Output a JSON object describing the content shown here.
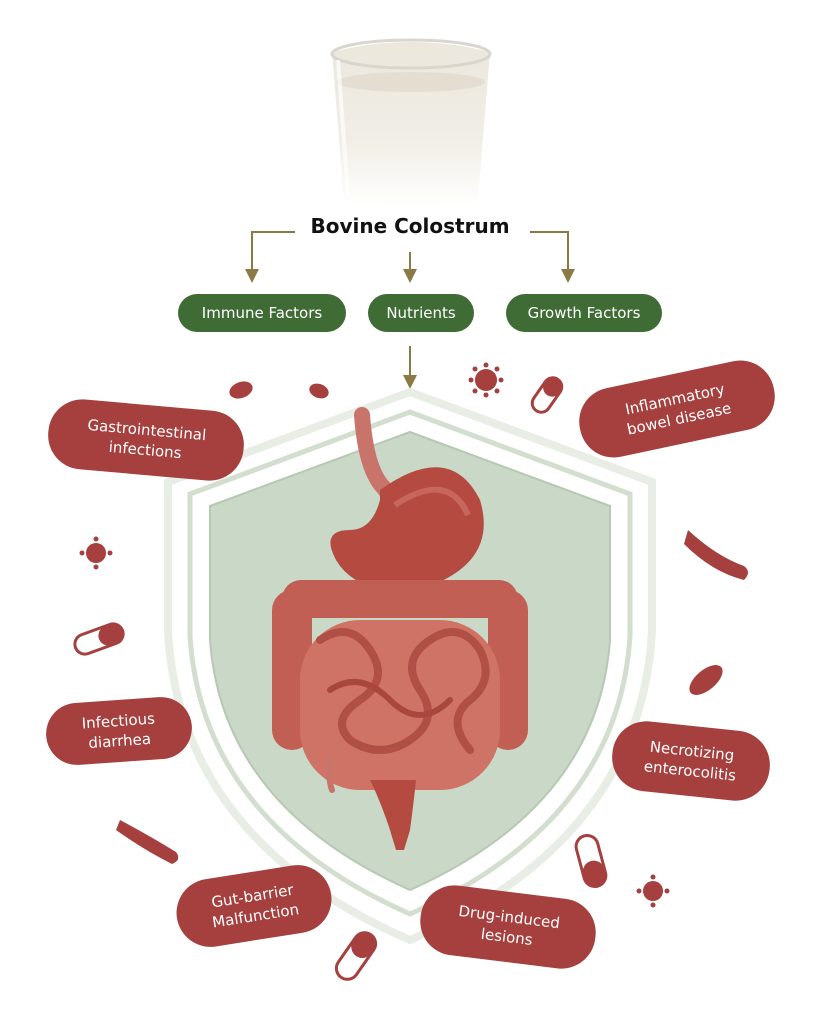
{
  "title": "Bovine Colostrum",
  "components": [
    {
      "label": "Immune Factors"
    },
    {
      "label": "Nutrients"
    },
    {
      "label": "Growth Factors"
    }
  ],
  "conditions": [
    {
      "label": "Gastrointestinal\ninfections"
    },
    {
      "label": "Inflammatory\nbowel disease"
    },
    {
      "label": "Infectious\ndiarrhea"
    },
    {
      "label": "Necrotizing\nenterocolitis"
    },
    {
      "label": "Gut-barrier\nMalfunction"
    },
    {
      "label": "Drug-induced\nlesions"
    }
  ],
  "colors": {
    "component_pill": "#3f6b35",
    "condition_pill": "#a5403f",
    "arrow": "#8a7a45",
    "shield_fill": "#c9d8c7",
    "shield_outline": "#dfe7dc",
    "gut": "#c25f54",
    "stomach": "#b44a40",
    "icon": "#a5403f"
  },
  "icons": [
    "milk-glass-icon",
    "bacteria-icon",
    "virus-icon",
    "capsule-icon",
    "digestive-system-icon",
    "shield-icon"
  ]
}
